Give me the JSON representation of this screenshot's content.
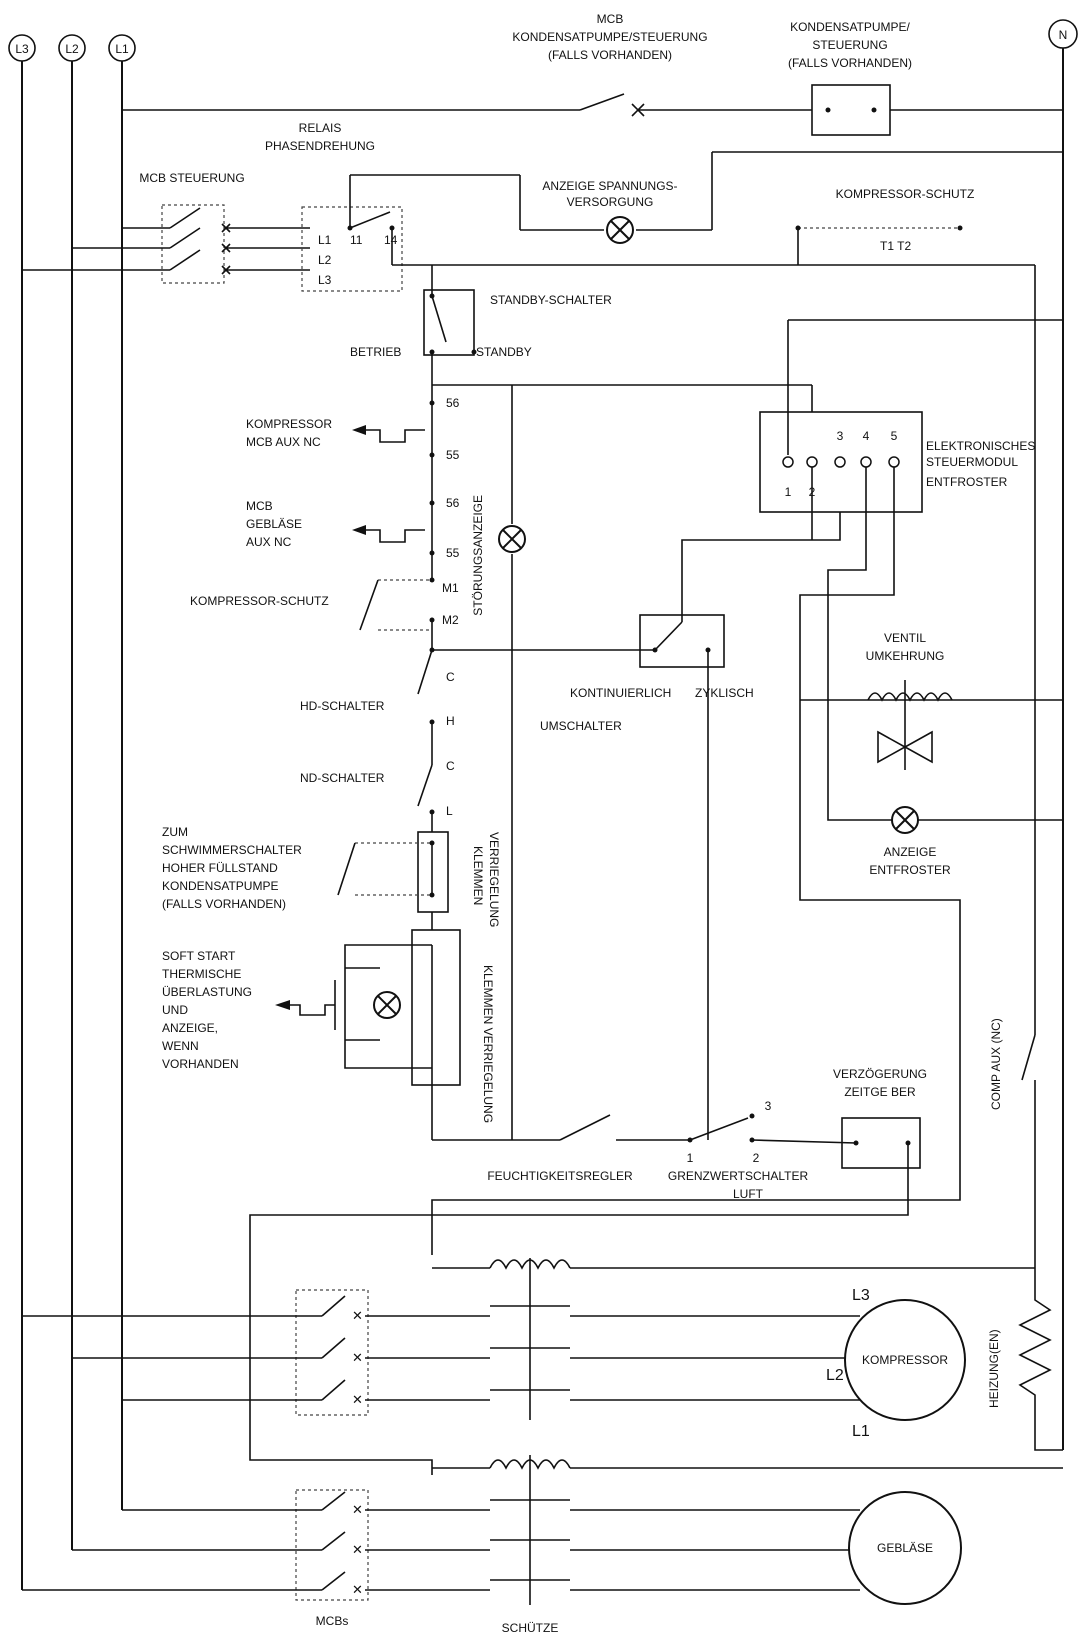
{
  "labels": {
    "line_l3": "L3",
    "line_l2": "L2",
    "line_l1": "L1",
    "neutral": "N",
    "mcb_condensate_1": "MCB",
    "mcb_condensate_2": "KONDENSATPUMPE/STEUERUNG",
    "mcb_condensate_3": "(FALLS VORHANDEN)",
    "pump_control_1": "KONDENSATPUMPE/",
    "pump_control_2": "STEUERUNG",
    "pump_control_3": "(FALLS VORHANDEN)",
    "relay_1": "RELAIS",
    "relay_2": "PHASENDREHUNG",
    "relay_t11": "11",
    "relay_t14": "14",
    "relay_l1": "L1",
    "relay_l2": "L2",
    "relay_l3": "L3",
    "mcb_control": "MCB STEUERUNG",
    "supply_indicator_1": "ANZEIGE SPANNUNGS-",
    "supply_indicator_2": "VERSORGUNG",
    "compressor_protection_top": "KOMPRESSOR-SCHUTZ",
    "t1t2": "T1 T2",
    "standby_switch": "STANDBY-SCHALTER",
    "operation": "BETRIEB",
    "standby": "STANDBY",
    "t56a": "56",
    "t55a": "55",
    "t56b": "56",
    "t55b": "55",
    "tm1": "M1",
    "tm2": "M2",
    "tc1": "C",
    "th": "H",
    "tc2": "C",
    "tl": "L",
    "comp_mcb_aux_1": "KOMPRESSOR",
    "comp_mcb_aux_2": "MCB AUX NC",
    "fan_mcb_aux_1": "MCB",
    "fan_mcb_aux_2": "GEBLÄSE",
    "fan_mcb_aux_3": "AUX NC",
    "compressor_protection_mid": "KOMPRESSOR-SCHUTZ",
    "hp_switch": "HD-SCHALTER",
    "lp_switch": "ND-SCHALTER",
    "float_1": "ZUM",
    "float_2": "SCHWIMMERSCHALTER",
    "float_3": "HOHER FÜLLSTAND",
    "float_4": "KONDENSATPUMPE",
    "float_5": "(FALLS VORHANDEN)",
    "terminal_interlock_a1": "KLEMMEN",
    "terminal_interlock_a2": "VERRIEGELUNG",
    "soft_1": "SOFT START",
    "soft_2": "THERMISCHE",
    "soft_3": "ÜBERLASTUNG",
    "soft_4": "UND",
    "soft_5": "ANZEIGE,",
    "soft_6": "WENN",
    "soft_7": "VORHANDEN",
    "terminal_interlock_b": "KLEMMEN VERRIEGELUNG",
    "fault_indicator": "STÖRUNGSANZEIGE",
    "continuous": "KONTINUIERLICH",
    "cyclic": "ZYKLISCH",
    "changeover": "UMSCHALTER",
    "module_1": "ELEKTRONISCHES",
    "module_2": "STEUERMODUL",
    "module_3": "ENTFROSTER",
    "module_t1": "1",
    "module_t2": "2",
    "module_t3": "3",
    "module_t4": "4",
    "module_t5": "5",
    "valve_1": "VENTIL",
    "valve_2": "UMKEHRUNG",
    "defrost_indicator_1": "ANZEIGE",
    "defrost_indicator_2": "ENTFROSTER",
    "comp_aux_nc": "COMP AUX (NC)",
    "delay_1": "VERZÖGERUNG",
    "delay_2": "ZEITGE BER",
    "humidistat": "FEUCHTIGKEITSREGLER",
    "air_limit_1": "GRENZWERTSCHALTER",
    "air_limit_2": "LUFT",
    "limit_t1": "1",
    "limit_t2": "2",
    "limit_t3": "3",
    "comp_l3": "L3",
    "comp_l2": "L2",
    "comp_l1": "L1",
    "compressor": "KOMPRESSOR",
    "heaters": "HEIZUNG(EN)",
    "fan": "GEBLÄSE",
    "mcbs": "MCBs",
    "contactors": "SCHÜTZE"
  }
}
